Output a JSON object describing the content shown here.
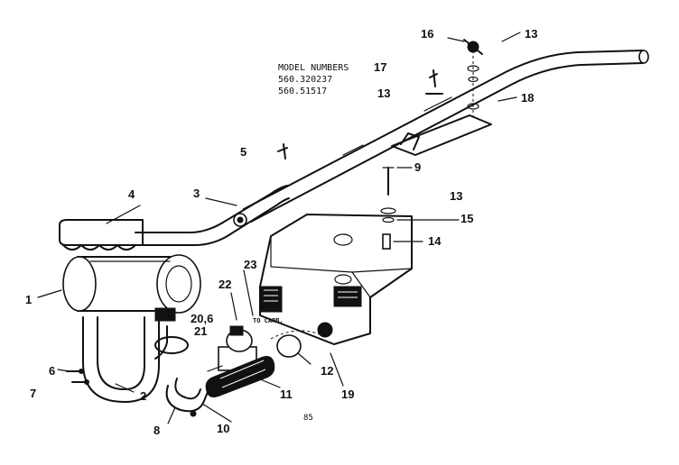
{
  "model_numbers": {
    "heading": "MODEL NUMBERS",
    "numbers": [
      "560.320237",
      "560.51517"
    ]
  },
  "callouts": {
    "to_carb": "TO CARB."
  },
  "page_code": "85",
  "part_labels": {
    "p1": "1",
    "p2": "2",
    "p3": "3",
    "p4": "4",
    "p5": "5",
    "p6": "6",
    "p7": "7",
    "p8": "8",
    "p9": "9",
    "p10": "10",
    "p11": "11",
    "p12": "12",
    "p13a": "13",
    "p13b": "13",
    "p13c": "13",
    "p14": "14",
    "p15": "15",
    "p16": "16",
    "p17": "17",
    "p18": "18",
    "p19": "19",
    "p20": "20,6",
    "p21": "21",
    "p22": "22",
    "p23": "23"
  }
}
